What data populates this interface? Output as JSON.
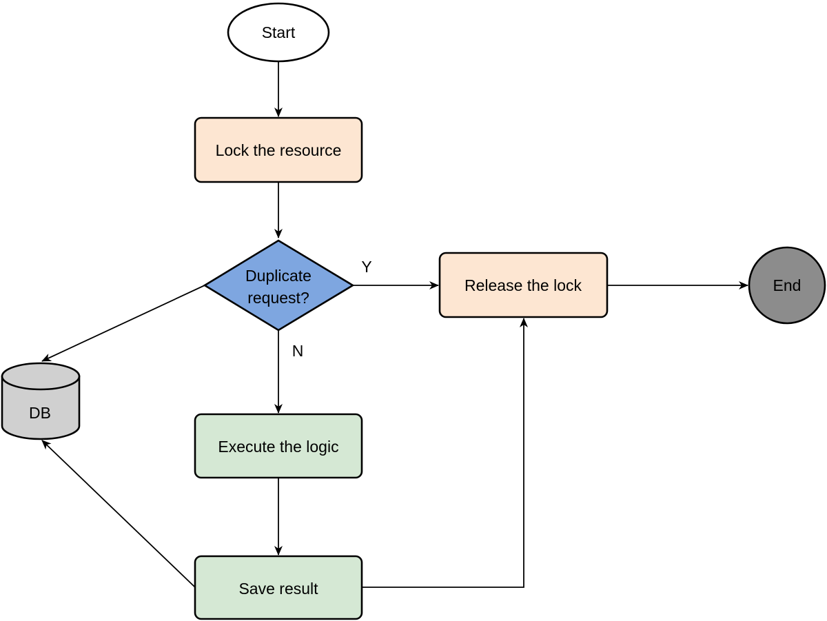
{
  "diagram": {
    "nodes": {
      "start": {
        "label": "Start",
        "shape": "ellipse",
        "fill": "#ffffff"
      },
      "lock": {
        "label": "Lock the resource",
        "shape": "rounded-rect",
        "fill": "#fde6d2"
      },
      "decision": {
        "label_line1": "Duplicate",
        "label_line2": "request?",
        "shape": "diamond",
        "fill": "#7ea6e0"
      },
      "release": {
        "label": "Release the lock",
        "shape": "rounded-rect",
        "fill": "#fde6d2"
      },
      "end": {
        "label": "End",
        "shape": "circle",
        "fill": "#8c8c8c"
      },
      "db": {
        "label": "DB",
        "shape": "cylinder",
        "fill": "#d0d0d0"
      },
      "execute": {
        "label": "Execute the logic",
        "shape": "rounded-rect",
        "fill": "#d5e8d4"
      },
      "save": {
        "label": "Save result",
        "shape": "rounded-rect",
        "fill": "#d5e8d4"
      }
    },
    "edges": [
      {
        "from": "start",
        "to": "lock",
        "label": ""
      },
      {
        "from": "lock",
        "to": "decision",
        "label": ""
      },
      {
        "from": "decision",
        "to": "release",
        "label": "Y"
      },
      {
        "from": "release",
        "to": "end",
        "label": ""
      },
      {
        "from": "decision",
        "to": "db",
        "label": ""
      },
      {
        "from": "decision",
        "to": "execute",
        "label": "N"
      },
      {
        "from": "execute",
        "to": "save",
        "label": ""
      },
      {
        "from": "save",
        "to": "db",
        "label": ""
      },
      {
        "from": "save",
        "to": "release",
        "label": ""
      }
    ],
    "edge_labels": {
      "yes": "Y",
      "no": "N"
    }
  }
}
